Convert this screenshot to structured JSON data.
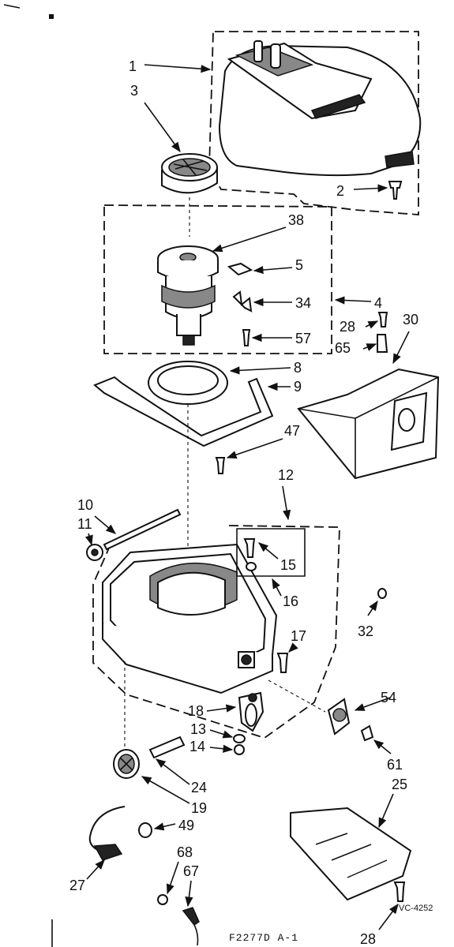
{
  "labels": {
    "l1": "1",
    "l2": "2",
    "l3": "3",
    "l4": "4",
    "l5": "5",
    "l8": "8",
    "l9": "9",
    "l10": "10",
    "l11": "11",
    "l12": "12",
    "l13": "13",
    "l14": "14",
    "l15": "15",
    "l16": "16",
    "l17": "17",
    "l18": "18",
    "l19": "19",
    "l24": "24",
    "l25": "25",
    "l27": "27",
    "l28a": "28",
    "l28b": "28",
    "l30": "30",
    "l32": "32",
    "l34": "34",
    "l38": "38",
    "l47": "47",
    "l49": "49",
    "l54": "54",
    "l57": "57",
    "l61": "61",
    "l65": "65",
    "l67": "67",
    "l68": "68"
  },
  "footer": {
    "figure_code": "F2277D A-1",
    "drawing_number": "VC-4252"
  }
}
